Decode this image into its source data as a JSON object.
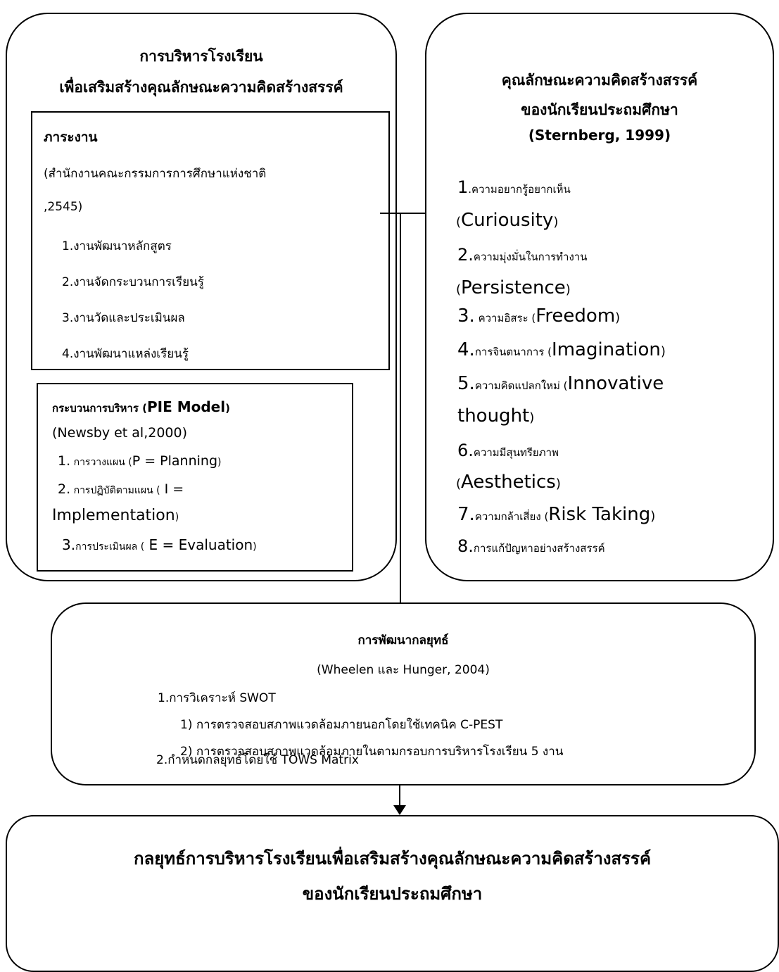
{
  "left_panel": {
    "title_line1": "การบริหารโรงเรียน",
    "title_line2": "เพื่อเสริมสร้างคุณลักษณะความคิดสร้างสรรค์",
    "workload": {
      "heading": "ภาระงาน",
      "source_line1": "(สำนักงานคณะกรรมการการศึกษาแห่งชาติ",
      "source_line2": ",2545)",
      "items": [
        "1.งานพัฒนาหลักสูตร",
        "2.งานจัดกระบวนการเรียนรู้",
        "3.งานวัดและประเมินผล",
        "4.งานพัฒนาแหล่งเรียนรู้"
      ]
    },
    "process": {
      "heading_prefix": "กระบวนการบริหาร (",
      "heading_model": "PIE Model",
      "heading_suffix": ")",
      "source": "(Newsby et al,2000)",
      "item1_num": "1.",
      "item1_th": " การวางแผน (",
      "item1_en": "P = Planning",
      "item1_close": ")",
      "item2_num": "2.",
      "item2_th": " การปฏิบัติตามแผน (",
      "item2_en": " I =",
      "item2_en_line2": "Implementation",
      "item2_close": ")",
      "item3_num": "3.",
      "item3_th": "การประเมินผล (",
      "item3_en": " E = Evaluation",
      "item3_close": ")"
    }
  },
  "right_panel": {
    "title_line1": "คุณลักษณะความคิดสร้างสรรค์",
    "title_line2": "ของนักเรียนประถมศึกษา",
    "title_line3": "(Sternberg, 1999)",
    "items": [
      {
        "num": "1",
        "th": ".ความอยากรู้อยากเห็น",
        "open": "(",
        "en": "Curiousity",
        "close": ")"
      },
      {
        "num": "2.",
        "th": "ความมุ่งมั่นในการทำงาน",
        "open": "(",
        "en": "Persistence",
        "close": ")"
      },
      {
        "num": "3.",
        "th": " ความอิสระ (",
        "en": "Freedom",
        "close": ")"
      },
      {
        "num": "4.",
        "th": "การจินตนาการ (",
        "en": "Imagination",
        "close": ")"
      },
      {
        "num": "5.",
        "th": "ความคิดแปลกใหม่ (",
        "en": "Innovative",
        "en2": "thought",
        "close": ")"
      },
      {
        "num": "6.",
        "th": "ความมีสุนทรียภาพ",
        "open": "(",
        "en": "Aesthetics",
        "close": ")"
      },
      {
        "num": "7.",
        "th": "ความกล้าเสี่ยง (",
        "en": "Risk Taking",
        "close": ")"
      },
      {
        "num": "8.",
        "th": "การแก้ปัญหาอย่างสร้างสรรค์"
      }
    ]
  },
  "strategy_panel": {
    "title": "การพัฒนากลยุทธ์",
    "source": "(Wheelen และ Hunger, 2004)",
    "item1": "1.การวิเคราะห์ SWOT",
    "sub1": "1) การตรวจสอบสภาพแวดล้อมภายนอกโดยใช้เทคนิค C-PEST",
    "sub2": "2) การตรวจสอบสภาพแวดล้อมภายในตามกรอบการบริหารโรงเรียน 5 งาน",
    "item2": "2.กำหนดกลยุทธ์โดยใช้ TOWS Matrix"
  },
  "result_panel": {
    "line1": "กลยุทธ์การบริหารโรงเรียนเพื่อเสริมสร้างคุณลักษณะความคิดสร้างสรรค์",
    "line2": "ของนักเรียนประถมศึกษา"
  }
}
